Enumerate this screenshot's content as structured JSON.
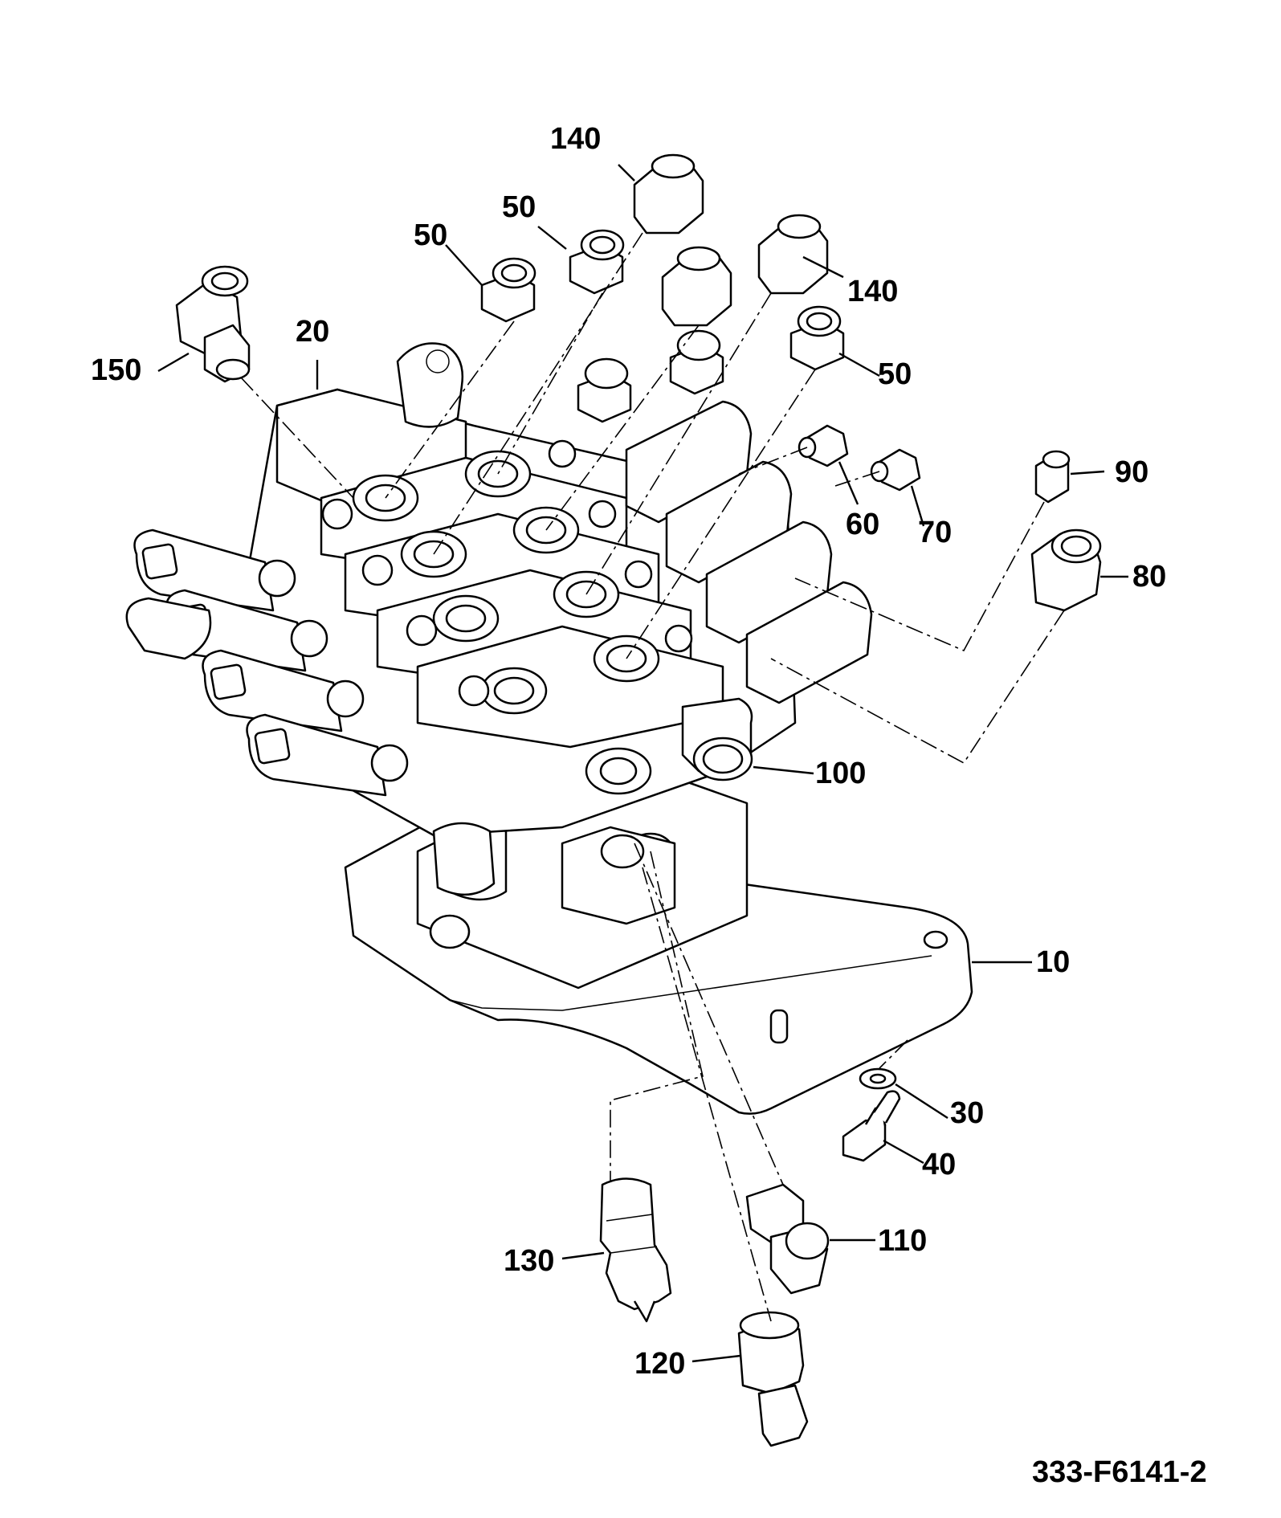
{
  "figure": {
    "id_label": "333-F6141-2"
  },
  "callouts": [
    {
      "key": "c140a",
      "text": "140"
    },
    {
      "key": "c50a",
      "text": "50"
    },
    {
      "key": "c50b",
      "text": "50"
    },
    {
      "key": "c140b",
      "text": "140"
    },
    {
      "key": "c150",
      "text": "150"
    },
    {
      "key": "c20",
      "text": "20"
    },
    {
      "key": "c50c",
      "text": "50"
    },
    {
      "key": "c90",
      "text": "90"
    },
    {
      "key": "c60",
      "text": "60"
    },
    {
      "key": "c70",
      "text": "70"
    },
    {
      "key": "c80",
      "text": "80"
    },
    {
      "key": "c100",
      "text": "100"
    },
    {
      "key": "c10",
      "text": "10"
    },
    {
      "key": "c30",
      "text": "30"
    },
    {
      "key": "c40",
      "text": "40"
    },
    {
      "key": "c110",
      "text": "110"
    },
    {
      "key": "c130",
      "text": "130"
    },
    {
      "key": "c120",
      "text": "120"
    }
  ]
}
